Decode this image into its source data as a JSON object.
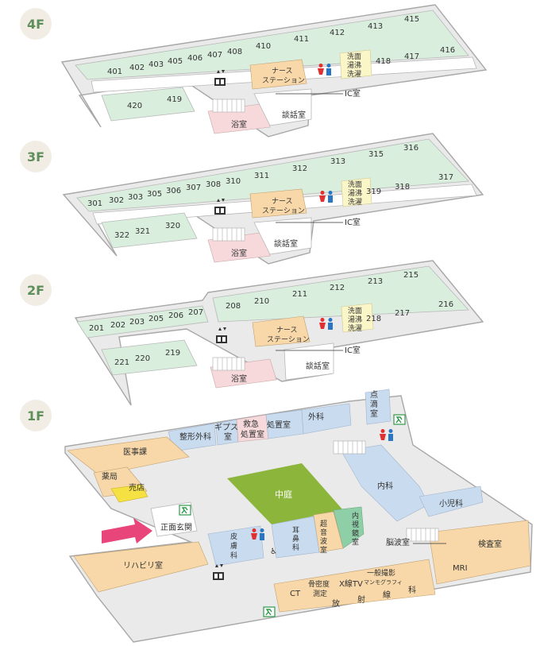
{
  "colors": {
    "floor_badge": "#f2ede4",
    "floor_badge_text": "#5e8f5a",
    "ward_room": "#d9eedd",
    "nurse_station": "#f8d8a8",
    "bath_room": "#f7d9dc",
    "outpatient": "#c9dbef",
    "courtyard": "#8bb63b",
    "yellow_shop": "#f5e142",
    "arrow": "#e8457a"
  },
  "floors": {
    "f4": {
      "label": "4F",
      "rooms": [
        "401",
        "402",
        "403",
        "405",
        "406",
        "407",
        "408",
        "410",
        "411",
        "412",
        "413",
        "415",
        "416",
        "417",
        "418",
        "419",
        "420"
      ],
      "nurse_station": [
        "ナース",
        "ステーション"
      ],
      "wash": [
        "洗面",
        "湯沸",
        "洗濯"
      ],
      "ic_room": "IC室",
      "talk_room": "談話室",
      "bath": "浴室"
    },
    "f3": {
      "label": "3F",
      "rooms": [
        "301",
        "302",
        "303",
        "305",
        "306",
        "307",
        "308",
        "310",
        "311",
        "312",
        "313",
        "315",
        "316",
        "317",
        "318",
        "319",
        "320",
        "321",
        "322"
      ],
      "nurse_station": [
        "ナース",
        "ステーション"
      ],
      "wash": [
        "洗面",
        "湯沸",
        "洗濯"
      ],
      "ic_room": "IC室",
      "talk_room": "談話室",
      "bath": "浴室"
    },
    "f2": {
      "label": "2F",
      "rooms": [
        "201",
        "202",
        "203",
        "205",
        "206",
        "207",
        "208",
        "210",
        "211",
        "212",
        "213",
        "215",
        "216",
        "217",
        "218",
        "219",
        "220",
        "221"
      ],
      "nurse_station": [
        "ナース",
        "ステーション"
      ],
      "wash": [
        "洗面",
        "湯沸",
        "洗濯"
      ],
      "ic_room": "IC室",
      "talk_room": "談話室",
      "bath": "浴室"
    },
    "f1": {
      "label": "1F",
      "drip_room": [
        "点",
        "滴",
        "室"
      ],
      "surgery": "外科",
      "treatment": "処置室",
      "emergency": [
        "救急",
        "処置室"
      ],
      "cast": [
        "ギプス",
        "室"
      ],
      "orthopedics": "整形外科",
      "medical_affairs": "医事課",
      "pharmacy": "薬局",
      "shop": "売店",
      "courtyard": "中庭",
      "internal_medicine": "内科",
      "pediatrics": "小児科",
      "endoscopy": [
        "内",
        "視",
        "鏡",
        "室"
      ],
      "ultrasound": [
        "超",
        "音",
        "波",
        "室"
      ],
      "ent": [
        "耳",
        "鼻",
        "科"
      ],
      "dermatology": [
        "皮",
        "膚",
        "科"
      ],
      "entrance": "正面玄関",
      "rehab": "リハビリ室",
      "brainwave": "脳波室",
      "lab": "検査室",
      "mri": "MRI",
      "ct": "CT",
      "bone_density": [
        "骨密度",
        "測定"
      ],
      "xray": "X線TV",
      "general_xray": "一般撮影",
      "mammography": "マンモグラフィ",
      "radiology": [
        "放",
        "射",
        "線",
        "科"
      ]
    }
  }
}
